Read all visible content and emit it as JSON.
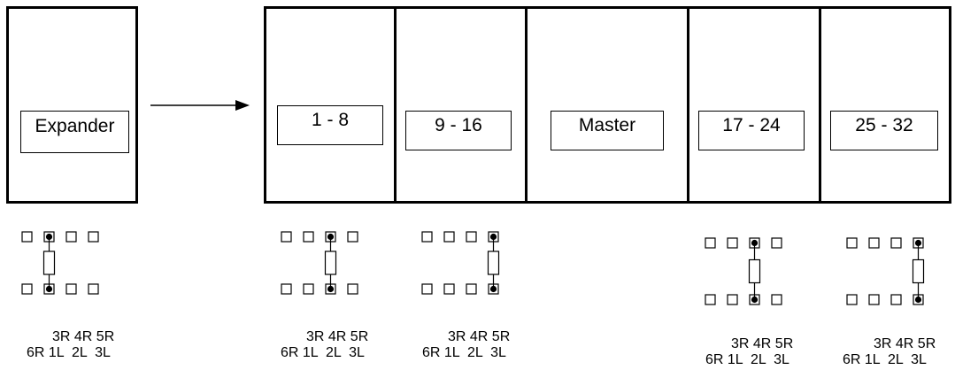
{
  "expander": {
    "label": "Expander"
  },
  "modules": [
    {
      "label": "1 - 8"
    },
    {
      "label": "9 - 16"
    },
    {
      "label": "Master"
    },
    {
      "label": "17 - 24"
    },
    {
      "label": "25 - 32"
    }
  ],
  "jumper_blocks": [
    {
      "row1": "3R 4R 5R",
      "row2": "6R 1L  2L  3L"
    },
    {
      "row1": "3R 4R 5R",
      "row2": "6R 1L  2L  3L"
    },
    {
      "row1": "3R 4R 5R",
      "row2": "6R 1L  2L  3L"
    },
    {
      "row1": "3R 4R 5R",
      "row2": "6R 1L  2L  3L"
    },
    {
      "row1": "3R 4R 5R",
      "row2": "6R 1L  2L  3L"
    }
  ]
}
